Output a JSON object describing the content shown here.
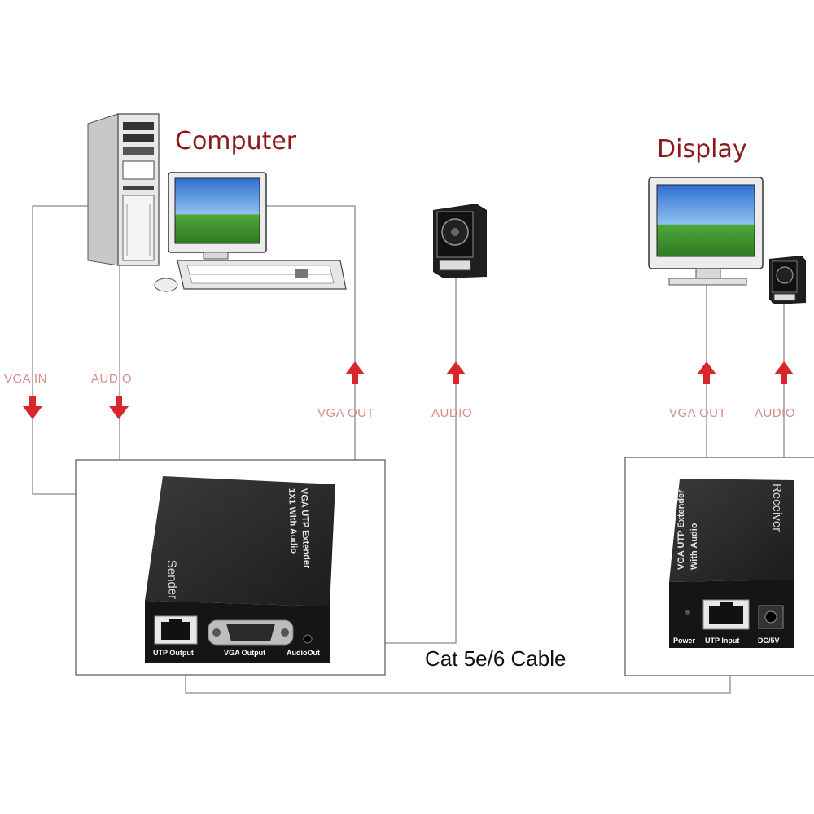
{
  "labels": {
    "computer": "Computer",
    "display": "Display",
    "vga_in": "VGA IN",
    "audio_in": "AUDIO",
    "vga_out_sender": "VGA OUT",
    "audio_out_sender": "AUDIO",
    "vga_out_receiver": "VGA OUT",
    "audio_out_receiver": "AUDIO",
    "cable": "Cat 5e/6 Cable"
  },
  "sender": {
    "name": "Sender",
    "model_line1": "VGA UTP Extender",
    "model_line2": "1X1 With Audio",
    "port_utp": "UTP Output",
    "port_vga": "VGA Output",
    "port_audio": "AudioOut"
  },
  "receiver": {
    "name": "Receiver",
    "model_line1": "VGA UTP Extender",
    "model_line2": "With Audio",
    "port_power": "Power",
    "port_utp": "UTP Input",
    "port_dc": "DC/5V"
  },
  "colors": {
    "arrow": "#d8262c",
    "title": "#8b1a1a",
    "signal_label": "#d98c8c",
    "wire": "#8a8a8a",
    "device": "#2b2b2b"
  }
}
